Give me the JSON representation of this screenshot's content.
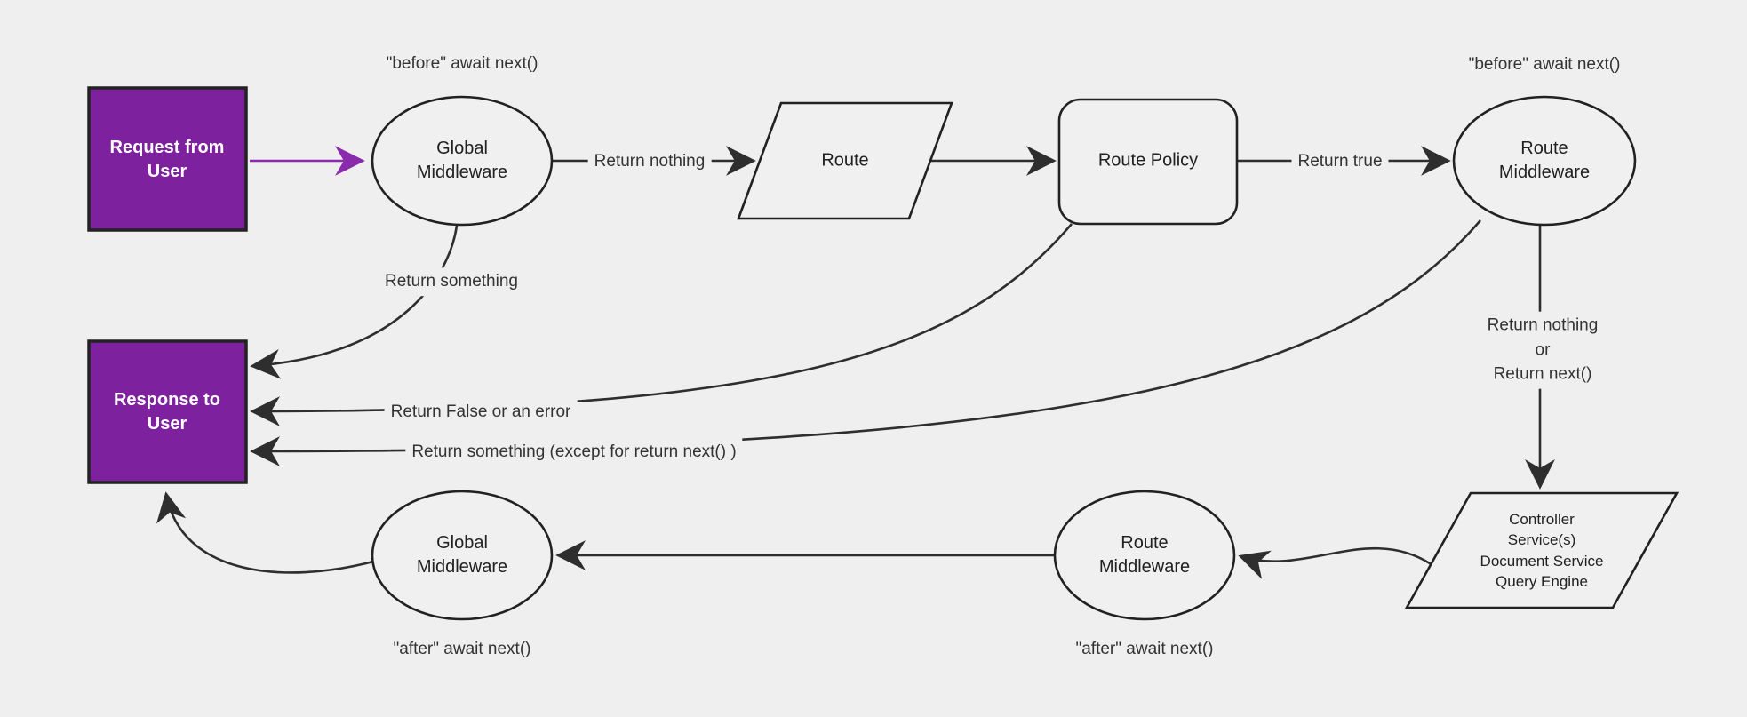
{
  "colors": {
    "background": "#efefef",
    "shape_fill": "#f0f0f0",
    "shape_stroke": "#212121",
    "edge": "#2e2e2e",
    "purple": "#7d219e",
    "purple_arrow": "#8a2bad",
    "label_text": "#333333",
    "node_text": "#212121",
    "white_text": "#ffffff"
  },
  "nodes": {
    "request": {
      "label": "Request from User"
    },
    "global_middleware_top": {
      "label": "Global\nMiddleware"
    },
    "route": {
      "label": "Route"
    },
    "route_policy": {
      "label": "Route Policy"
    },
    "route_middleware_top": {
      "label": "Route\nMiddleware"
    },
    "response": {
      "label": "Response to User"
    },
    "controller": {
      "label": "Controller\nService(s)\nDocument Service\nQuery Engine"
    },
    "route_middleware_bottom": {
      "label": "Route\nMiddleware"
    },
    "global_middleware_bottom": {
      "label": "Global\nMiddleware"
    }
  },
  "edge_labels": {
    "before_await_left": "\"before\" await next()",
    "before_await_right": "\"before\" await next()",
    "return_nothing": "Return nothing",
    "return_true": "Return true",
    "return_something": "Return something",
    "return_false_or_error": "Return False or an error",
    "return_something_except": "Return something (except for return next() )",
    "return_nothing_or_next": "Return nothing\nor\nReturn next()",
    "after_await_left": "\"after\" await next()",
    "after_await_right": "\"after\" await next()"
  }
}
